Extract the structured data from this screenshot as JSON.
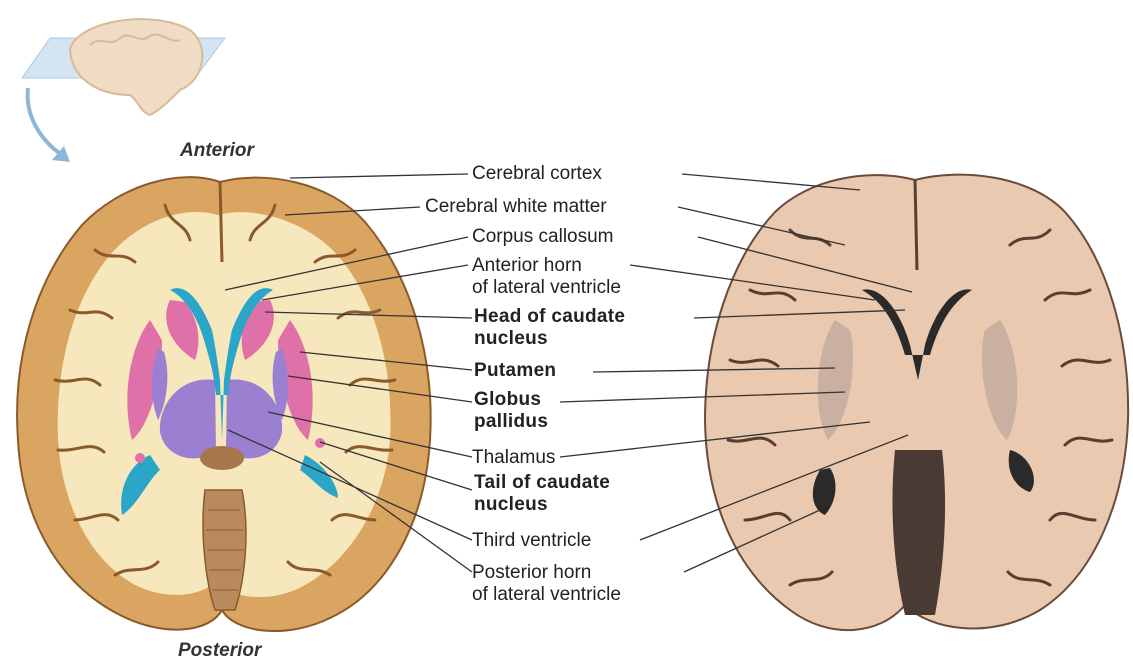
{
  "orientation": {
    "anterior": "Anterior",
    "posterior": "Posterior"
  },
  "labels": [
    {
      "id": "cerebral-cortex",
      "lines": [
        "Cerebral cortex"
      ],
      "bold": false
    },
    {
      "id": "cerebral-white-matter",
      "lines": [
        "Cerebral white matter"
      ],
      "bold": false
    },
    {
      "id": "corpus-callosum",
      "lines": [
        "Corpus callosum"
      ],
      "bold": false
    },
    {
      "id": "anterior-horn",
      "lines": [
        "Anterior horn",
        "of lateral ventricle"
      ],
      "bold": false
    },
    {
      "id": "head-of-caudate",
      "lines": [
        "Head of caudate",
        "nucleus"
      ],
      "bold": true
    },
    {
      "id": "putamen",
      "lines": [
        "Putamen"
      ],
      "bold": true
    },
    {
      "id": "globus-pallidus",
      "lines": [
        "Globus",
        "pallidus"
      ],
      "bold": true
    },
    {
      "id": "thalamus",
      "lines": [
        "Thalamus"
      ],
      "bold": false
    },
    {
      "id": "tail-of-caudate",
      "lines": [
        "Tail of caudate",
        "nucleus"
      ],
      "bold": true
    },
    {
      "id": "third-ventricle",
      "lines": [
        "Third ventricle"
      ],
      "bold": false
    },
    {
      "id": "posterior-horn",
      "lines": [
        "Posterior horn",
        "of lateral ventricle"
      ],
      "bold": false
    }
  ],
  "colors": {
    "cortex": "#d9a560",
    "white_matter": "#f7e7bc",
    "ventricle": "#2ba6c8",
    "caudate_putamen": "#e070a8",
    "thalamus_pallidus": "#9b7fd0",
    "photo_tissue": "#e9c9b0",
    "leader_line": "#333333"
  }
}
